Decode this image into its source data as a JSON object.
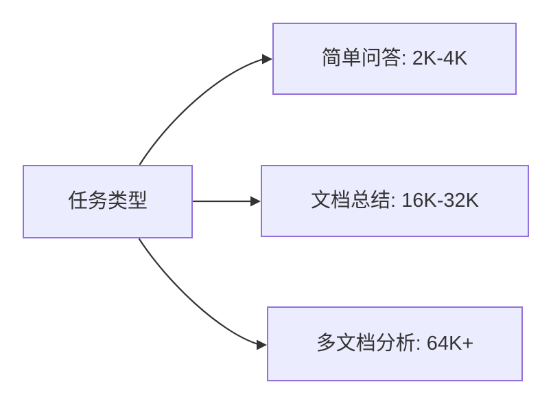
{
  "diagram": {
    "type": "flowchart-left-to-right",
    "root": {
      "label": "任务类型"
    },
    "nodes": [
      {
        "label": "简单问答: 2K-4K"
      },
      {
        "label": "文档总结: 16K-32K"
      },
      {
        "label": "多文档分析: 64K+"
      }
    ],
    "edges": [
      {
        "from": "任务类型",
        "to": "简单问答: 2K-4K"
      },
      {
        "from": "任务类型",
        "to": "文档总结: 16K-32K"
      },
      {
        "from": "任务类型",
        "to": "多文档分析: 64K+"
      }
    ],
    "colors": {
      "node_fill": "#ECECFF",
      "node_border": "#9370DB",
      "connector": "#333333",
      "text": "#333333",
      "background": "#FFFFFF"
    }
  }
}
